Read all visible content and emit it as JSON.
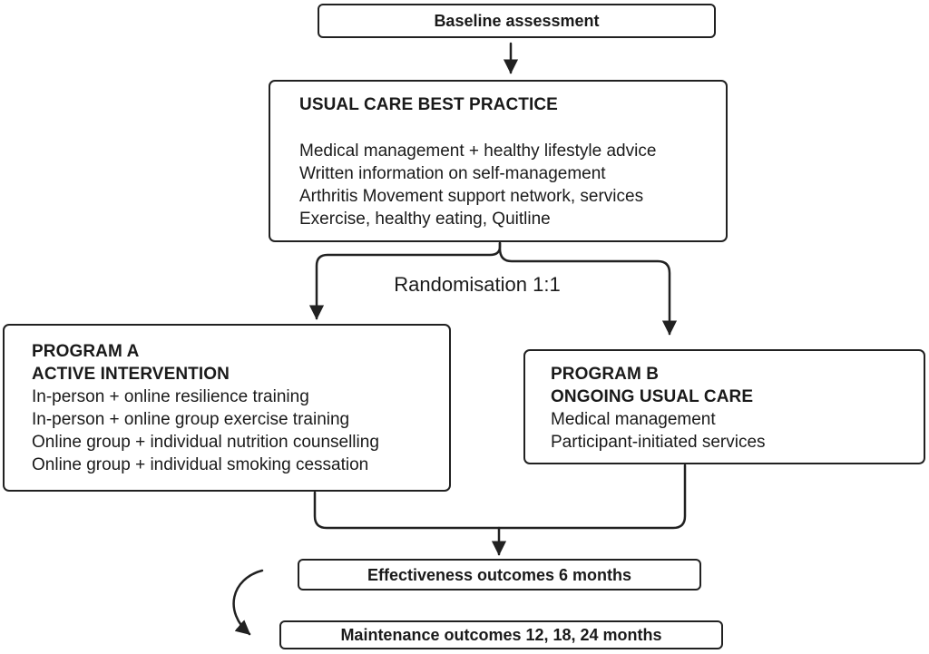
{
  "colors": {
    "stroke": "#212121",
    "text": "#1a1a1a",
    "background": "#ffffff"
  },
  "flow": {
    "baseline": {
      "label": "Baseline assessment"
    },
    "usual_care": {
      "title": "USUAL CARE BEST PRACTICE",
      "items": [
        "Medical management + healthy lifestyle advice",
        "Written information on self-management",
        "Arthritis Movement support network, services",
        "Exercise, healthy eating, Quitline"
      ]
    },
    "randomisation": {
      "label": "Randomisation 1:1"
    },
    "program_a": {
      "title_line_1": "PROGRAM A",
      "title_line_2": "ACTIVE INTERVENTION",
      "items": [
        "In-person + online resilience training",
        "In-person + online group exercise training",
        "Online group + individual nutrition counselling",
        "Online group + individual smoking cessation"
      ]
    },
    "program_b": {
      "title_line_1": "PROGRAM B",
      "title_line_2": "ONGOING USUAL CARE",
      "items": [
        "Medical management",
        "Participant-initiated services"
      ]
    },
    "effectiveness": {
      "label": "Effectiveness outcomes 6 months"
    },
    "maintenance": {
      "label": "Maintenance outcomes 12, 18, 24 months"
    }
  }
}
